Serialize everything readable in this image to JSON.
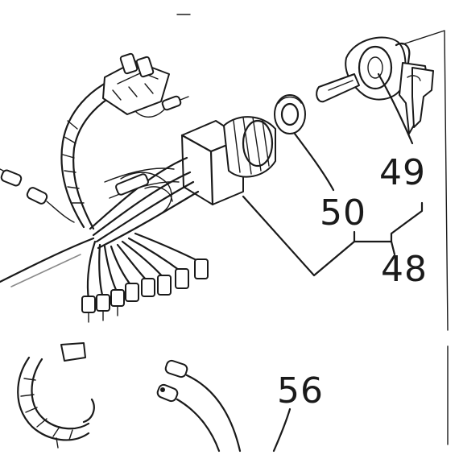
{
  "diagram": {
    "type": "exploded-parts-drawing",
    "callouts": [
      {
        "id": "49",
        "label": "49"
      },
      {
        "id": "50",
        "label": "50"
      },
      {
        "id": "48",
        "label": "48"
      },
      {
        "id": "56",
        "label": "56"
      }
    ],
    "colors": {
      "ink": "#1a1a1a",
      "paper": "#ffffff",
      "guide": "#8a8a8a"
    }
  }
}
